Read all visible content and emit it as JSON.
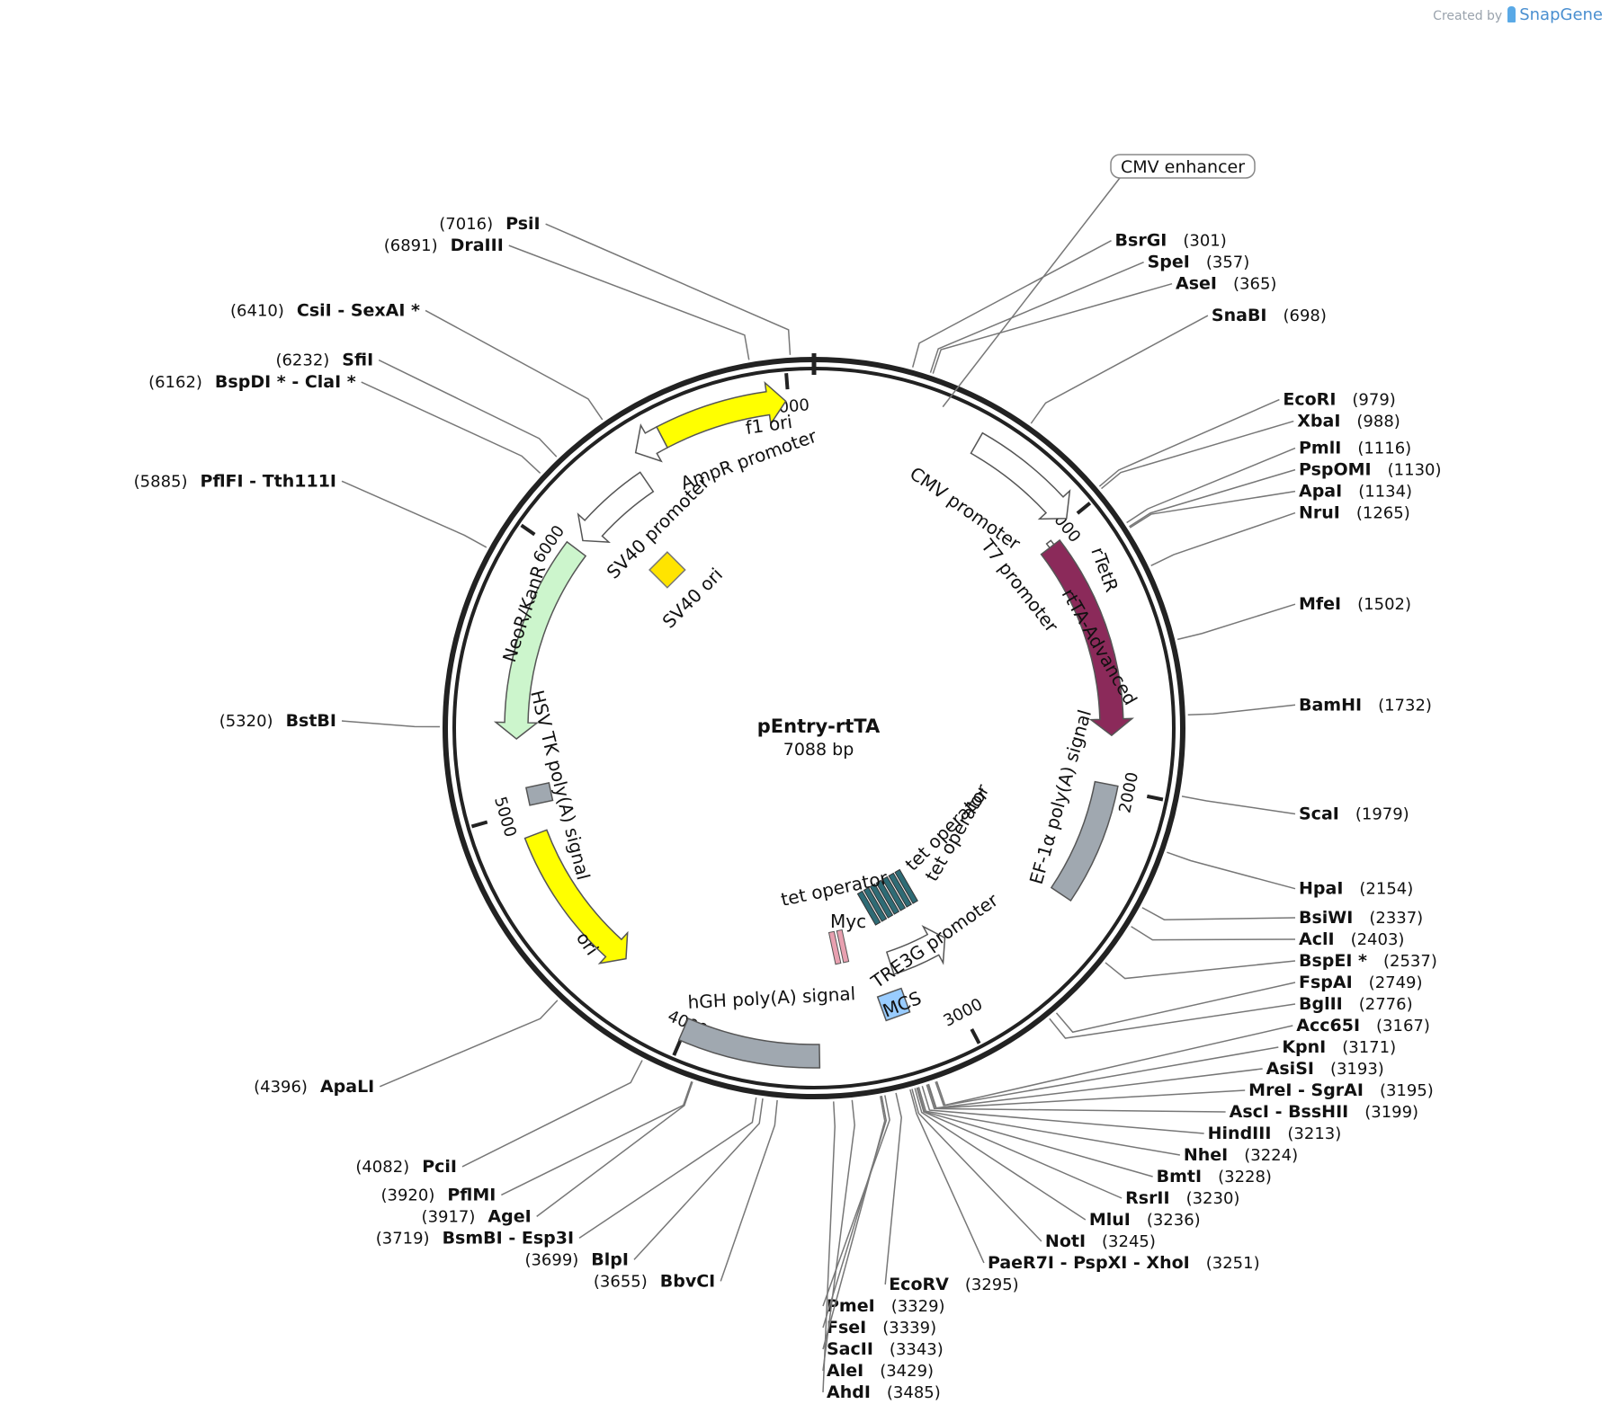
{
  "credit": {
    "prefix": "Created by",
    "brand": "SnapGene"
  },
  "plasmid": {
    "name": "pEntry-rtTA",
    "length_bp": 7088,
    "length_text": "7088 bp"
  },
  "ticks": [
    {
      "bp": 1000,
      "label": "1000"
    },
    {
      "bp": 2000,
      "label": "2000"
    },
    {
      "bp": 3000,
      "label": "3000"
    },
    {
      "bp": 4000,
      "label": "4000"
    },
    {
      "bp": 5000,
      "label": "5000"
    },
    {
      "bp": 6000,
      "label": "6000"
    },
    {
      "bp": 7000,
      "label": "7000"
    }
  ],
  "sites": [
    {
      "name": "BsrGI",
      "pos": "(301)",
      "bp": 301
    },
    {
      "name": "SpeI",
      "pos": "(357)",
      "bp": 357
    },
    {
      "name": "AseI",
      "pos": "(365)",
      "bp": 365
    },
    {
      "name": "SnaBI",
      "pos": "(698)",
      "bp": 698
    },
    {
      "name": "EcoRI",
      "pos": "(979)",
      "bp": 979
    },
    {
      "name": "XbaI",
      "pos": "(988)",
      "bp": 988
    },
    {
      "name": "PmlI",
      "pos": "(1116)",
      "bp": 1116
    },
    {
      "name": "PspOMI",
      "pos": "(1130)",
      "bp": 1130
    },
    {
      "name": "ApaI",
      "pos": "(1134)",
      "bp": 1134
    },
    {
      "name": "NruI",
      "pos": "(1265)",
      "bp": 1265
    },
    {
      "name": "MfeI",
      "pos": "(1502)",
      "bp": 1502
    },
    {
      "name": "BamHI",
      "pos": "(1732)",
      "bp": 1732
    },
    {
      "name": "ScaI",
      "pos": "(1979)",
      "bp": 1979
    },
    {
      "name": "HpaI",
      "pos": "(2154)",
      "bp": 2154
    },
    {
      "name": "BsiWI",
      "pos": "(2337)",
      "bp": 2337
    },
    {
      "name": "AclI",
      "pos": "(2403)",
      "bp": 2403
    },
    {
      "name": "BspEI *",
      "pos": "(2537)",
      "bp": 2537
    },
    {
      "name": "FspAI",
      "pos": "(2749)",
      "bp": 2749
    },
    {
      "name": "BglII",
      "pos": "(2776)",
      "bp": 2776
    },
    {
      "name": "Acc65I",
      "pos": "(3167)",
      "bp": 3167
    },
    {
      "name": "KpnI",
      "pos": "(3171)",
      "bp": 3171
    },
    {
      "name": "AsiSI",
      "pos": "(3193)",
      "bp": 3193
    },
    {
      "name": "MreI  - SgrAI",
      "pos": "(3195)",
      "bp": 3195
    },
    {
      "name": "AscI  - BssHII",
      "pos": "(3199)",
      "bp": 3199
    },
    {
      "name": "HindIII",
      "pos": "(3213)",
      "bp": 3213
    },
    {
      "name": "NheI",
      "pos": "(3224)",
      "bp": 3224
    },
    {
      "name": "BmtI",
      "pos": "(3228)",
      "bp": 3228
    },
    {
      "name": "RsrII",
      "pos": "(3230)",
      "bp": 3230
    },
    {
      "name": "MluI",
      "pos": "(3236)",
      "bp": 3236
    },
    {
      "name": "NotI",
      "pos": "(3245)",
      "bp": 3245
    },
    {
      "name": "PaeR7I  - PspXI  - XhoI",
      "pos": "(3251)",
      "bp": 3251
    },
    {
      "name": "EcoRV",
      "pos": "(3295)",
      "bp": 3295
    },
    {
      "name": "PmeI",
      "pos": "(3329)",
      "bp": 3329
    },
    {
      "name": "FseI",
      "pos": "(3339)",
      "bp": 3339
    },
    {
      "name": "SacII",
      "pos": "(3343)",
      "bp": 3343
    },
    {
      "name": "AleI",
      "pos": "(3429)",
      "bp": 3429
    },
    {
      "name": "AhdI",
      "pos": "(3485)",
      "bp": 3485
    },
    {
      "name": "BbvCI",
      "pos": "(3655)",
      "bp": 3655
    },
    {
      "name": "BlpI",
      "pos": "(3699)",
      "bp": 3699
    },
    {
      "name": "BsmBI  - Esp3I",
      "pos": "(3719)",
      "bp": 3719
    },
    {
      "name": "AgeI",
      "pos": "(3917)",
      "bp": 3917
    },
    {
      "name": "PflMI",
      "pos": "(3920)",
      "bp": 3920
    },
    {
      "name": "PciI",
      "pos": "(4082)",
      "bp": 4082
    },
    {
      "name": "ApaLI",
      "pos": "(4396)",
      "bp": 4396
    },
    {
      "name": "BstBI",
      "pos": "(5320)",
      "bp": 5320
    },
    {
      "name": "PflFI  - Tth111I",
      "pos": "(5885)",
      "bp": 5885
    },
    {
      "name": "BspDI *  - ClaI *",
      "pos": "(6162)",
      "bp": 6162
    },
    {
      "name": "SfiI",
      "pos": "(6232)",
      "bp": 6232
    },
    {
      "name": "CsiI  - SexAI *",
      "pos": "(6410)",
      "bp": 6410
    },
    {
      "name": "DraIII",
      "pos": "(6891)",
      "bp": 6891
    },
    {
      "name": "PsiI",
      "pos": "(7016)",
      "bp": 7016
    }
  ],
  "boxed_feature": {
    "label": "CMV enhancer"
  },
  "features": [
    {
      "label": "f1 ori",
      "color": "#ffff00",
      "start": 6545,
      "end": 6991,
      "strand": 1
    },
    {
      "label": "AmpR promoter",
      "color": "#ffffff",
      "start": 6440,
      "end": 6545,
      "strand": -1
    },
    {
      "label": "SV40 promoter",
      "color": "#ffffff",
      "start": 6085,
      "end": 6415,
      "strand": -1
    },
    {
      "label": "SV40 ori",
      "color": "#ffe400",
      "start": 6180,
      "end": 6310,
      "strand": 0
    },
    {
      "label": "NeoR/KanR",
      "color": "#ccf5cc",
      "start": 5275,
      "end": 6045,
      "strand": -1
    },
    {
      "label": "HSV TK poly(A) signal",
      "color": "#a0a8b0",
      "start": 5015,
      "end": 5085,
      "strand": 0
    },
    {
      "label": "ori",
      "color": "#ffff00",
      "start": 4315,
      "end": 4905,
      "strand": -1
    },
    {
      "label": "hGH poly(A) signal",
      "color": "#a0a8b0",
      "start": 3525,
      "end": 4005,
      "strand": 0
    },
    {
      "label": "MCS",
      "color": "#99ccff",
      "start": 3195,
      "end": 3260,
      "strand": 0
    },
    {
      "label": "TRE3G promoter",
      "color": "#ffffff",
      "start": 2915,
      "end": 3190,
      "strand": -1
    },
    {
      "label": "Myc",
      "color": "#e8a0b0",
      "start": 3395,
      "end": 3425,
      "strand": 0
    },
    {
      "label": "tet operator",
      "color": "#2e6b75",
      "start": 3000,
      "end": 3130,
      "strand": 0
    },
    {
      "label": "tet operator",
      "color": "#2e6b75",
      "start": 3000,
      "end": 3130,
      "strand": 0
    },
    {
      "label": "tet operator",
      "color": "#2e6b75",
      "start": 3000,
      "end": 3130,
      "strand": 0
    },
    {
      "label": "EF-1α poly(A) signal",
      "color": "#a0a8b0",
      "start": 1985,
      "end": 2440,
      "strand": 0
    },
    {
      "label": "rtTA-Advanced",
      "color": "#8b2a5a",
      "start": 1035,
      "end": 1800,
      "strand": 1
    },
    {
      "label": "rTetR",
      "color": "#8b2a5a",
      "start": 1035,
      "end": 1800,
      "strand": 1
    },
    {
      "label": "T7 promoter",
      "color": "#ffffff",
      "start": 1016,
      "end": 1035,
      "strand": 1
    },
    {
      "label": "CMV promoter",
      "color": "#ffffff",
      "start": 585,
      "end": 990,
      "strand": 1
    }
  ]
}
